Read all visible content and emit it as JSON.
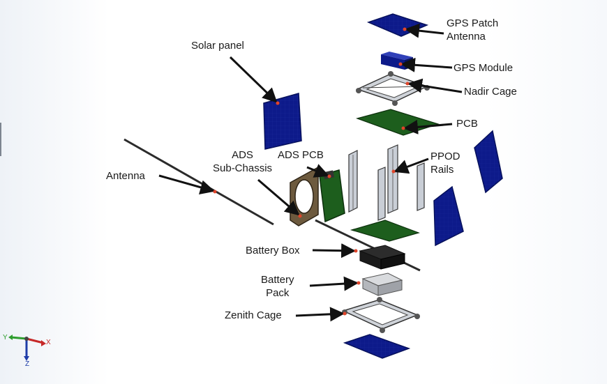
{
  "labels": {
    "gps_patch_antenna": [
      "GPS Patch",
      "Antenna"
    ],
    "gps_module": "GPS Module",
    "nadir_cage": "Nadir Cage",
    "pcb": "PCB",
    "ppod_rails": [
      "PPOD",
      "Rails"
    ],
    "solar_panel": "Solar panel",
    "ads_pcb": "ADS PCB",
    "ads_sub_chassis": [
      "ADS",
      "Sub-Chassis"
    ],
    "antenna": "Antenna",
    "battery_box": "Battery Box",
    "battery_pack": [
      "Battery",
      "Pack"
    ],
    "zenith_cage": "Zenith Cage"
  },
  "triad": {
    "y": "Y",
    "x": "X",
    "z": "Z"
  },
  "colors": {
    "panel": "#0d1a8a",
    "panel_edge": "#06105a",
    "pcb_green": "#1d5e1d",
    "cage_grey": "#b7bcc4",
    "marker": "#e0452a",
    "arrow": "#111111"
  }
}
